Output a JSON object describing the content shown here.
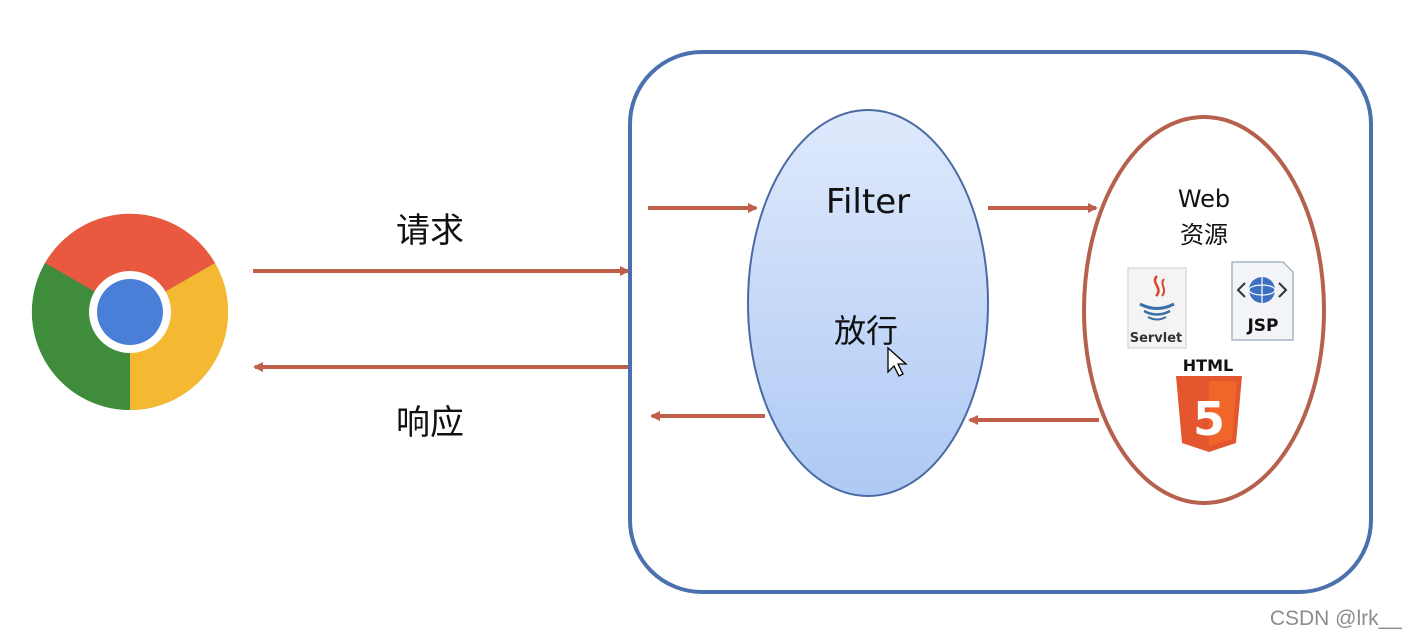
{
  "labels": {
    "request": "请求",
    "response": "响应",
    "filter_title": "Filter",
    "filter_action": "放行",
    "web_line1": "Web",
    "web_line2": "资源"
  },
  "icons": {
    "servlet_label": "Servlet",
    "jsp_label": "JSP",
    "html_label": "HTML",
    "html_number": "5"
  },
  "watermark": "CSDN @lrk__",
  "colors": {
    "arrow": "#c0604a",
    "server_border": "#4a70ae",
    "web_border": "#b6614d",
    "filter_fill_top": "#d6e3fb",
    "filter_fill_bottom": "#b1ccf5",
    "html5_orange": "#e4572e"
  }
}
